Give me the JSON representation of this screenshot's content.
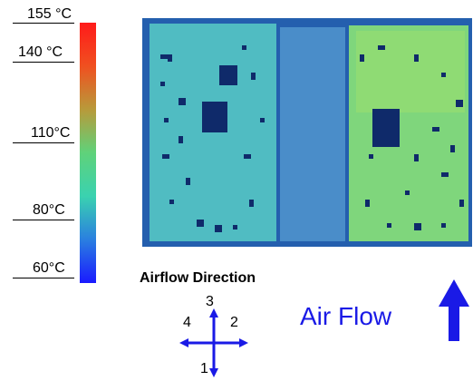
{
  "legend": {
    "ticks": [
      "155 °C",
      "140 °C",
      "110°C",
      "80°C",
      "60°C"
    ],
    "colors": [
      "#ff1a1a",
      "#f05020",
      "#b89a3a",
      "#5fd27a",
      "#3ad2b0",
      "#2a7fe0",
      "#1a1aff"
    ]
  },
  "figure": {
    "airflow_title": "Airflow Direction",
    "directions": {
      "top": "3",
      "left": "4",
      "right": "2",
      "bottom": "1"
    },
    "airflow_label": "Air Flow",
    "arrow_color": "#1a1ae6"
  },
  "thermal": {
    "colors": {
      "background": "#245fae",
      "board_left": "#50bcc2",
      "strip": "#4a8dc9",
      "board_right": "#7fd67c",
      "component": "#0f2a6a",
      "hot": "#9fe06c"
    }
  }
}
